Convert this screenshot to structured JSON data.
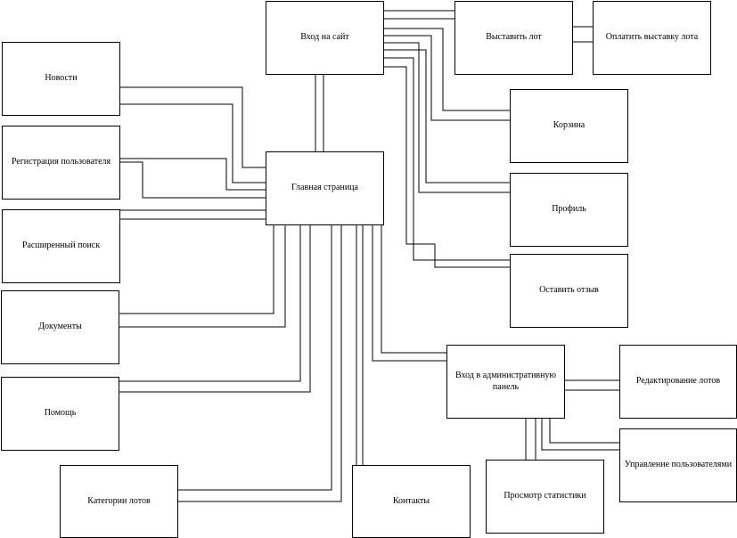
{
  "diagram": {
    "nodes": {
      "login": "Вход на сайт",
      "post_lot": "Выставить лот",
      "pay_lot": "Оплатить выставку лота",
      "news": "Новости",
      "cart": "Корзина",
      "registration": "Регистрация пользователя",
      "main_page": "Главная страница",
      "profile": "Профиль",
      "advanced_search": "Расширенный поиск",
      "leave_review": "Оставить отзыв",
      "documents": "Документы",
      "admin_panel": "Вход в административную панель",
      "edit_lots": "Редактирование лотов",
      "help": "Помощь",
      "user_management": "Управление пользователями",
      "view_statistics": "Просмотр статистики",
      "lot_categories": "Категории лотов",
      "contacts": "Контакты"
    }
  }
}
